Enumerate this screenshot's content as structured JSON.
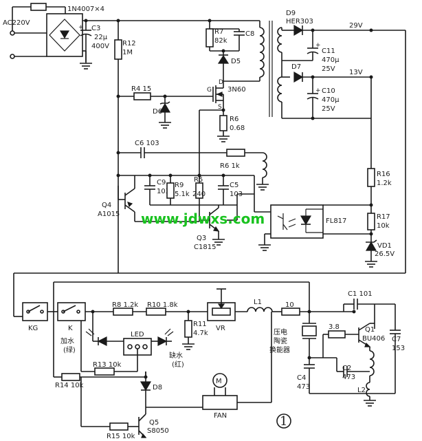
{
  "labels": {
    "ac_input": "AC220V",
    "bridge": "1N4007×4",
    "c3": "C3",
    "c3_value": "22μ",
    "c3_voltage": "400V",
    "r12": "R12",
    "r12_value": "1M",
    "r7": "R7",
    "r7_value": "82k",
    "c8": "C8",
    "d5": "D5",
    "pin_d": "D",
    "pin_g": "G",
    "pin_s": "S",
    "mosfet": "3N60",
    "r4": "R4 15",
    "d6": "D6",
    "r6": "R6",
    "r6_value": "0.68",
    "d9": "D9",
    "d9_part": "HER303",
    "d7": "D7",
    "c11": "C11",
    "c11_value": "470μ",
    "c11_voltage": "25V",
    "c10": "C10",
    "c10_value": "470μ",
    "c10_voltage": "25V",
    "rail_29v": "29V",
    "rail_13v": "13V",
    "r16": "R16",
    "r16_value": "1.2k",
    "r17": "R17",
    "r17_value": "10k",
    "vd1": "VD1",
    "vd1_value": "26.5V",
    "opto": "FL817",
    "c6": "C6   103",
    "r6b": "R6 1k",
    "c9": "C9",
    "c9_value": "103",
    "r9": "R9",
    "r9_value": "5.1k",
    "r5": "R5",
    "r5_value": "240",
    "c5": "C5",
    "c5_value": "103",
    "q4": "Q4",
    "q4_part": "A1015",
    "q3": "Q3",
    "q3_part": "C1815",
    "watermark": "www.jdwxs.com",
    "kg": "KG",
    "k": "K",
    "add_water": "加水",
    "green": "(绿)",
    "r8": "R8 1.2k",
    "r10": "R10 1.8k",
    "r11": "R11",
    "r11_value": "4.7k",
    "vr": "VR",
    "l1": "L1",
    "r10b": "10",
    "piezo_1": "压电",
    "piezo_2": "陶瓷",
    "piezo_3": "换能器",
    "c4": "C4",
    "c4_value": "473",
    "c1": "C1 101",
    "c7": "C7",
    "c7_value": "153",
    "r_3k8": "3.8",
    "q1": "Q1",
    "q1_part": "BU406",
    "c2": "C2",
    "c2_value": "473",
    "l2": "L2",
    "led": "LED",
    "low_water": "缺水",
    "red": "(红)",
    "r13": "R13 10k",
    "r14": "R14 10k",
    "d8": "D8",
    "r15": "R15 10k",
    "q5": "Q5",
    "q5_part": "S8050",
    "motor": "M",
    "fan": "FAN",
    "figure": "1"
  }
}
